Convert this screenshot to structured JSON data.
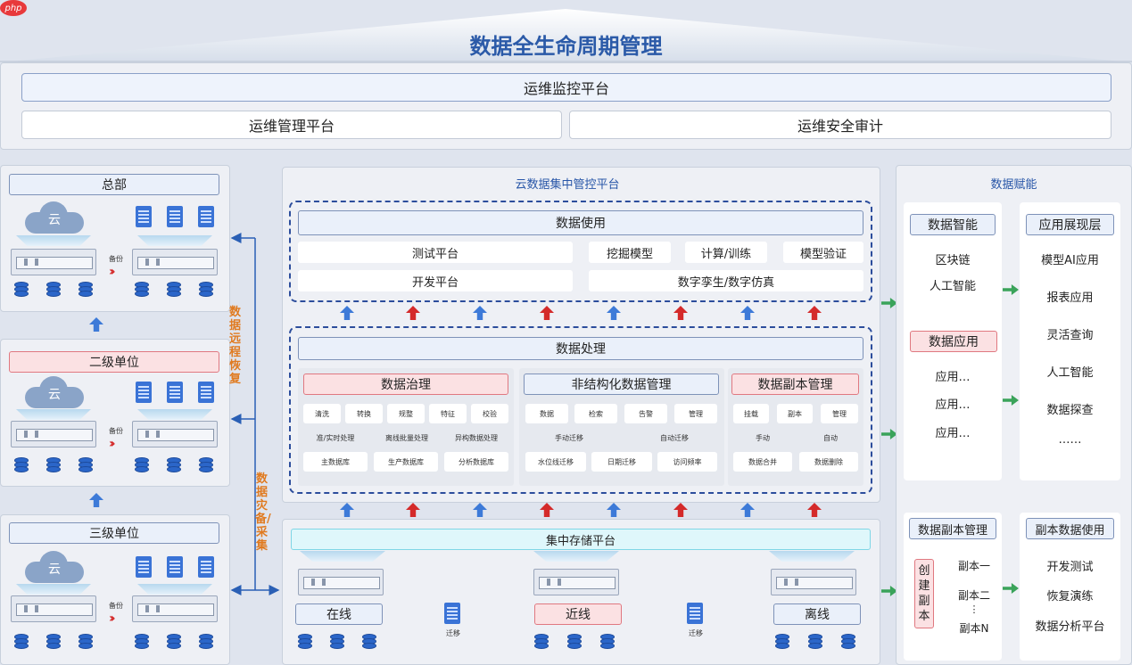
{
  "logo": "php",
  "title": "数据全生命周期管理",
  "ops": {
    "monitor": "运维监控平台",
    "manage": "运维管理平台",
    "audit": "运维安全审计"
  },
  "units": {
    "hq": "总部",
    "level2": "二级单位",
    "level3": "三级单位",
    "cloud": "云",
    "backup": "备份"
  },
  "side_labels": {
    "remote": "数据远程恢复",
    "disaster": "数据灾备/采集"
  },
  "center": {
    "title": "云数据集中管控平台",
    "usage": {
      "title": "数据使用",
      "items": [
        "测试平台",
        "挖掘模型",
        "计算/训练",
        "模型验证",
        "开发平台",
        "数字孪生/数字仿真"
      ]
    },
    "processing": {
      "title": "数据处理",
      "governance": {
        "title": "数据治理",
        "r1": [
          "清洗",
          "转换",
          "规整",
          "特征",
          "校验"
        ],
        "r2": [
          "准/实时处理",
          "离线批量处理",
          "异构数据处理"
        ],
        "r3": [
          "主数据库",
          "生产数据库",
          "分析数据库"
        ]
      },
      "unstructured": {
        "title": "非结构化数据管理",
        "r1": [
          "数据",
          "检索",
          "告警",
          "管理"
        ],
        "r2": [
          "手动迁移",
          "自动迁移"
        ],
        "r3": [
          "水位线迁移",
          "日期迁移",
          "访问频率"
        ]
      },
      "replica": {
        "title": "数据副本管理",
        "r1": [
          "挂载",
          "副本",
          "管理"
        ],
        "r2": [
          "手动",
          "自动"
        ],
        "r3": [
          "数据合并",
          "数据删除"
        ]
      }
    },
    "storage": {
      "title": "集中存储平台",
      "online": "在线",
      "nearline": "近线",
      "offline": "离线",
      "migrate": "迁移"
    }
  },
  "enable": {
    "title": "数据赋能",
    "intel": {
      "title": "数据智能",
      "items": [
        "区块链",
        "人工智能"
      ]
    },
    "app": {
      "title": "数据应用",
      "items": [
        "应用…",
        "应用…",
        "应用…"
      ]
    },
    "present": {
      "title": "应用展现层",
      "items": [
        "模型AI应用",
        "报表应用",
        "灵活查询",
        "人工智能",
        "数据探查",
        "……"
      ]
    },
    "replica_mgmt": {
      "title": "数据副本管理",
      "create": "创建副本",
      "copies": [
        "副本一",
        "副本二",
        "⋮",
        "副本N"
      ]
    },
    "replica_use": {
      "title": "副本数据使用",
      "items": [
        "开发测试",
        "恢复演练",
        "数据分析平台"
      ]
    }
  },
  "colors": {
    "title": "#2b5aa8",
    "accent": "#e07a1f",
    "red": "#d42a2a",
    "blue": "#3d7ad8",
    "green": "#3aa35a"
  }
}
